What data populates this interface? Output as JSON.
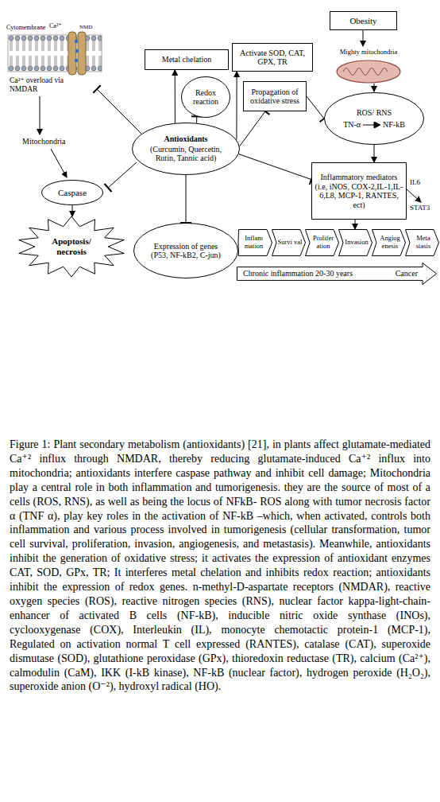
{
  "diagram": {
    "caption": "Figure 1: Plant secondary metabolism (antioxidants) [21], in plants affect glutamate-mediated Ca⁺² influx through NMDAR, thereby reducing glutamate-induced Ca⁺² influx into mitochondria; antioxidants interfere caspase pathway and inhibit cell damage; Mitochondria play a central role in both inflammation and tumorigenesis. they are the source of most of a cells (ROS, RNS), as well as being the locus of NFkB- ROS along with tumor necrosis factor α (TNF α), play key roles in the activation of NF-kB –which, when activated, controls both inflammation and various process involved in tumorigenesis (cellular transformation, tumor cell survival, proliferation, invasion, angiogenesis, and metastasis). Meanwhile, antioxidants inhibit the generation of oxidative stress; it activates the expression of antioxidant enzymes CAT, SOD, GPx, TR; It interferes metal chelation and inhibits redox reaction; antioxidants inhibit the expression of redox genes. n-methyl-D-aspartate receptors (NMDAR), reactive oxygen species (ROS), reactive nitrogen species (RNS), nuclear factor kappa-light-chain-enhancer of activated B cells (NF-kB), inducible nitric oxide synthase (INOs), cyclooxygenase (COX), Interleukin (IL), monocyte chemotactic protein-1 (MCP-1), Regulated on activation normal T cell expressed (RANTES), catalase (CAT), superoxide dismutase (SOD), glutathione peroxidase (GPx), thioredoxin reductase (TR), calcium (Ca²⁺), calmodulin (CaM), IKK (I-kB kinase), NF-kB (nuclear factor), hydrogen peroxide (H₂O₂), superoxide anion (O⁻²), hydroxyl radical (HO).",
    "nodes": [
      {
        "text": [
          "Metal chelation"
        ]
      },
      {
        "text": [
          "Activate SOD, CAT, GPX, TR"
        ]
      },
      {
        "text": [
          "Obesity"
        ]
      },
      {
        "text": [
          "Redox reaction"
        ]
      },
      {
        "text": [
          "Propagation of oxidative stress"
        ]
      },
      {
        "text": [
          "ROS/ RNS",
          "TN-α",
          "NF-kB"
        ]
      },
      {
        "text": [
          "Antioxidants",
          "(Curcumin, Quercetin, Rutin, Tannic acid)"
        ]
      },
      {
        "text": [
          "Inflammatory mediators (i.e, iNOS, COX-2,IL-1,IL-6,L8, MCP-1, RANTES, ect)"
        ]
      },
      {
        "text": [
          "Caspase"
        ]
      },
      {
        "text": [
          "Apoptosis/ necrosis"
        ]
      },
      {
        "text": [
          "Expression of genes (P53, NF-kB2, C-jun)"
        ]
      },
      {
        "text": [
          "Inflam mation"
        ]
      },
      {
        "text": [
          "Survi val"
        ]
      },
      {
        "text": [
          "Prolifer ation"
        ]
      },
      {
        "text": [
          "Invasion"
        ]
      },
      {
        "text": [
          "Angiog enesis"
        ]
      },
      {
        "text": [
          "Meta stasis"
        ]
      },
      {
        "text": [
          "Chronic inflammation  20-30 years",
          "Cancer"
        ]
      }
    ],
    "edges": [
      {
        "from": 6,
        "to": 0,
        "arrow": "to"
      },
      {
        "from": 6,
        "to": 1,
        "arrow": "to"
      },
      {
        "from": 6,
        "to": 3,
        "arrow": "none"
      },
      {
        "from": 6,
        "to": 4,
        "arrow": "none"
      },
      {
        "from": 4,
        "to": 5,
        "arrow": "none"
      },
      {
        "from": 5,
        "to": 7,
        "arrow": "to"
      },
      {
        "from": 6,
        "to": 7,
        "arrow": "none"
      },
      {
        "from": 6,
        "to": 10,
        "arrow": "none"
      },
      {
        "from": 8,
        "to": 9,
        "arrow": "to"
      },
      {
        "from": 7,
        "to": 14,
        "arrow": "to"
      }
    ],
    "labels": [
      "Ca²⁺",
      "NMD",
      "Cytomembrane",
      "Ca²⁺ overload via NMDAR",
      "Mighty mitochondria",
      "Mitochondria",
      "IL6",
      "STAT3"
    ]
  }
}
